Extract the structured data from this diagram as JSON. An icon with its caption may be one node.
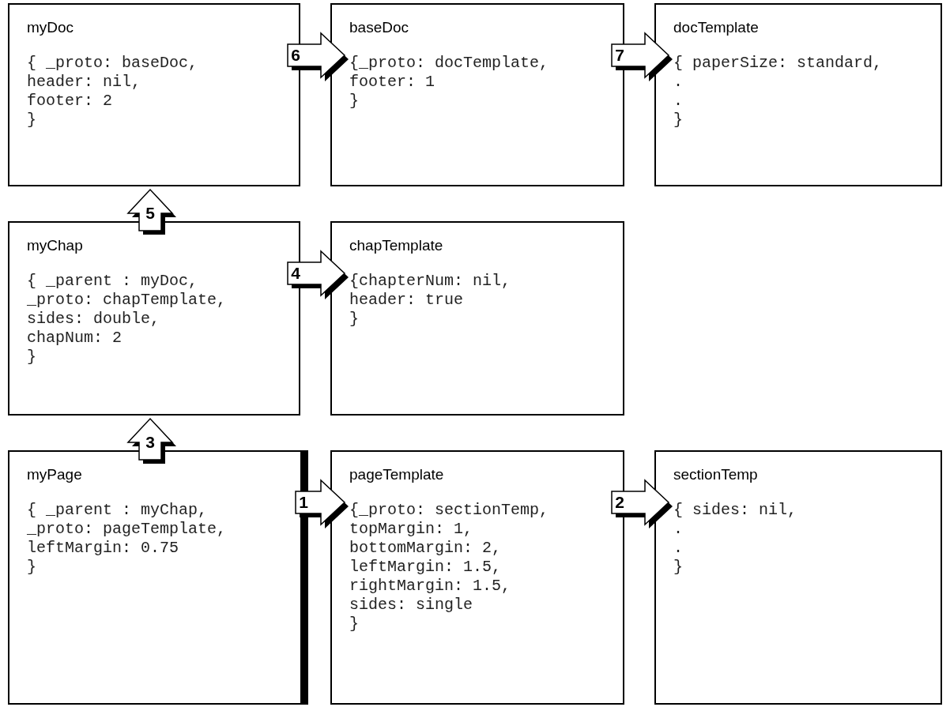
{
  "diagram": {
    "nodes": [
      {
        "text": [
          "myDoc",
          "{ _proto: baseDoc,",
          "header: nil,",
          "footer: 2",
          "}"
        ]
      },
      {
        "text": [
          "baseDoc",
          "{_proto: docTemplate,",
          "footer: 1",
          "}"
        ]
      },
      {
        "text": [
          "docTemplate",
          "{ paperSize: standard,",
          ".",
          ".",
          "}"
        ]
      },
      {
        "text": [
          "myChap",
          "{ _parent : myDoc,",
          "_proto: chapTemplate,",
          "sides: double,",
          "chapNum: 2",
          "}"
        ]
      },
      {
        "text": [
          "chapTemplate",
          "{chapterNum: nil,",
          "header: true",
          "}"
        ]
      },
      {
        "text": [
          "myPage",
          "{ _parent : myChap,",
          "_proto: pageTemplate,",
          "leftMargin: 0.75",
          "}"
        ]
      },
      {
        "text": [
          "pageTemplate",
          "{_proto: sectionTemp,",
          "topMargin: 1,",
          "bottomMargin: 2,",
          "leftMargin: 1.5,",
          "rightMargin: 1.5,",
          "sides: single",
          "}"
        ]
      },
      {
        "text": [
          "sectionTemp",
          "{ sides: nil,",
          ".",
          ".",
          "}"
        ]
      }
    ],
    "edges": [
      {
        "from": 5,
        "to": 6,
        "arrow": "to",
        "label": "1"
      },
      {
        "from": 6,
        "to": 7,
        "arrow": "to",
        "label": "2"
      },
      {
        "from": 5,
        "to": 3,
        "arrow": "to",
        "label": "3"
      },
      {
        "from": 3,
        "to": 4,
        "arrow": "to",
        "label": "4"
      },
      {
        "from": 3,
        "to": 0,
        "arrow": "to",
        "label": "5"
      },
      {
        "from": 0,
        "to": 1,
        "arrow": "to",
        "label": "6"
      },
      {
        "from": 1,
        "to": 2,
        "arrow": "to",
        "label": "7"
      }
    ]
  }
}
